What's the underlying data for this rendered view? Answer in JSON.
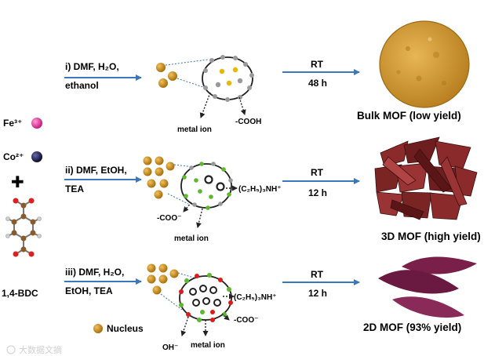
{
  "reagents": {
    "fe": "Fe³⁺",
    "co": "Co²⁺",
    "plus": "✚",
    "bdc": "1,4-BDC"
  },
  "routes": [
    {
      "cond1": "i) DMF, H₂O,",
      "cond2": "ethanol",
      "temp": "RT",
      "time": "48 h",
      "result": "Bulk MOF (low yield)",
      "labels": {
        "metal": "metal ion",
        "carboxyl": "-COOH"
      }
    },
    {
      "cond1": "ii) DMF, EtOH,",
      "cond2": "TEA",
      "temp": "RT",
      "time": "12 h",
      "result": "3D MOF (high yield)",
      "labels": {
        "metal": "metal ion",
        "carboxyl": "-COO⁻",
        "amine": "(C₂H₅)₃NH⁺"
      }
    },
    {
      "cond1": "iii) DMF, H₂O,",
      "cond2": "EtOH, TEA",
      "temp": "RT",
      "time": "12 h",
      "result": "2D MOF (93% yield)",
      "labels": {
        "metal": "metal ion",
        "carboxyl": "-COO⁻",
        "amine": "(C₂H₅)₃NH⁺",
        "hydroxide": "OH⁻"
      }
    }
  ],
  "legend": {
    "nucleus": "Nucleus"
  },
  "watermark": "大数据文摘",
  "colors": {
    "arrow": "#3b77bd",
    "nucleus": "#c98a1c",
    "fe": "#e0349a",
    "co": "#1a1a4a",
    "green": "#5cb82e",
    "red": "#e01a1a",
    "grey": "#9a9a9a",
    "bulk": "#d6a03a",
    "mof3d": "#7a2424",
    "mof2d": "#7a1f4a"
  }
}
